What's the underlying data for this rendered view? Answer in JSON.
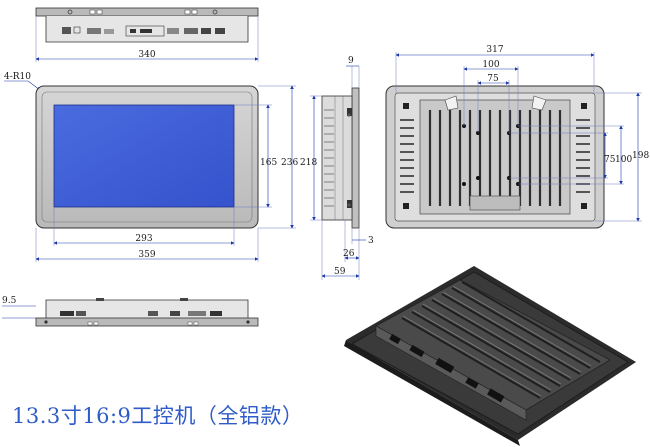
{
  "title": "13.3寸16:9工控机（全铝款）",
  "dims": {
    "top_width": "340",
    "corner": "4-R10",
    "front_width": "359",
    "front_inner_width": "293",
    "front_height": "236",
    "front_inner_height": "165",
    "side_top": "9",
    "side_height": "218",
    "side_depth": "26",
    "side_total": "59",
    "side_lip": "3",
    "back_width": "317",
    "back_hole_w1": "100",
    "back_hole_w2": "75",
    "back_height": "198",
    "back_hole_h1": "75",
    "back_hole_h2": "100",
    "bottom_thickness": "9.5"
  },
  "colors": {
    "dimension_blue": "#1e3aa8",
    "screen_blue": "#3f5fd8",
    "bezel": "#c7c7c7",
    "title_blue": "#2f5cc8"
  }
}
